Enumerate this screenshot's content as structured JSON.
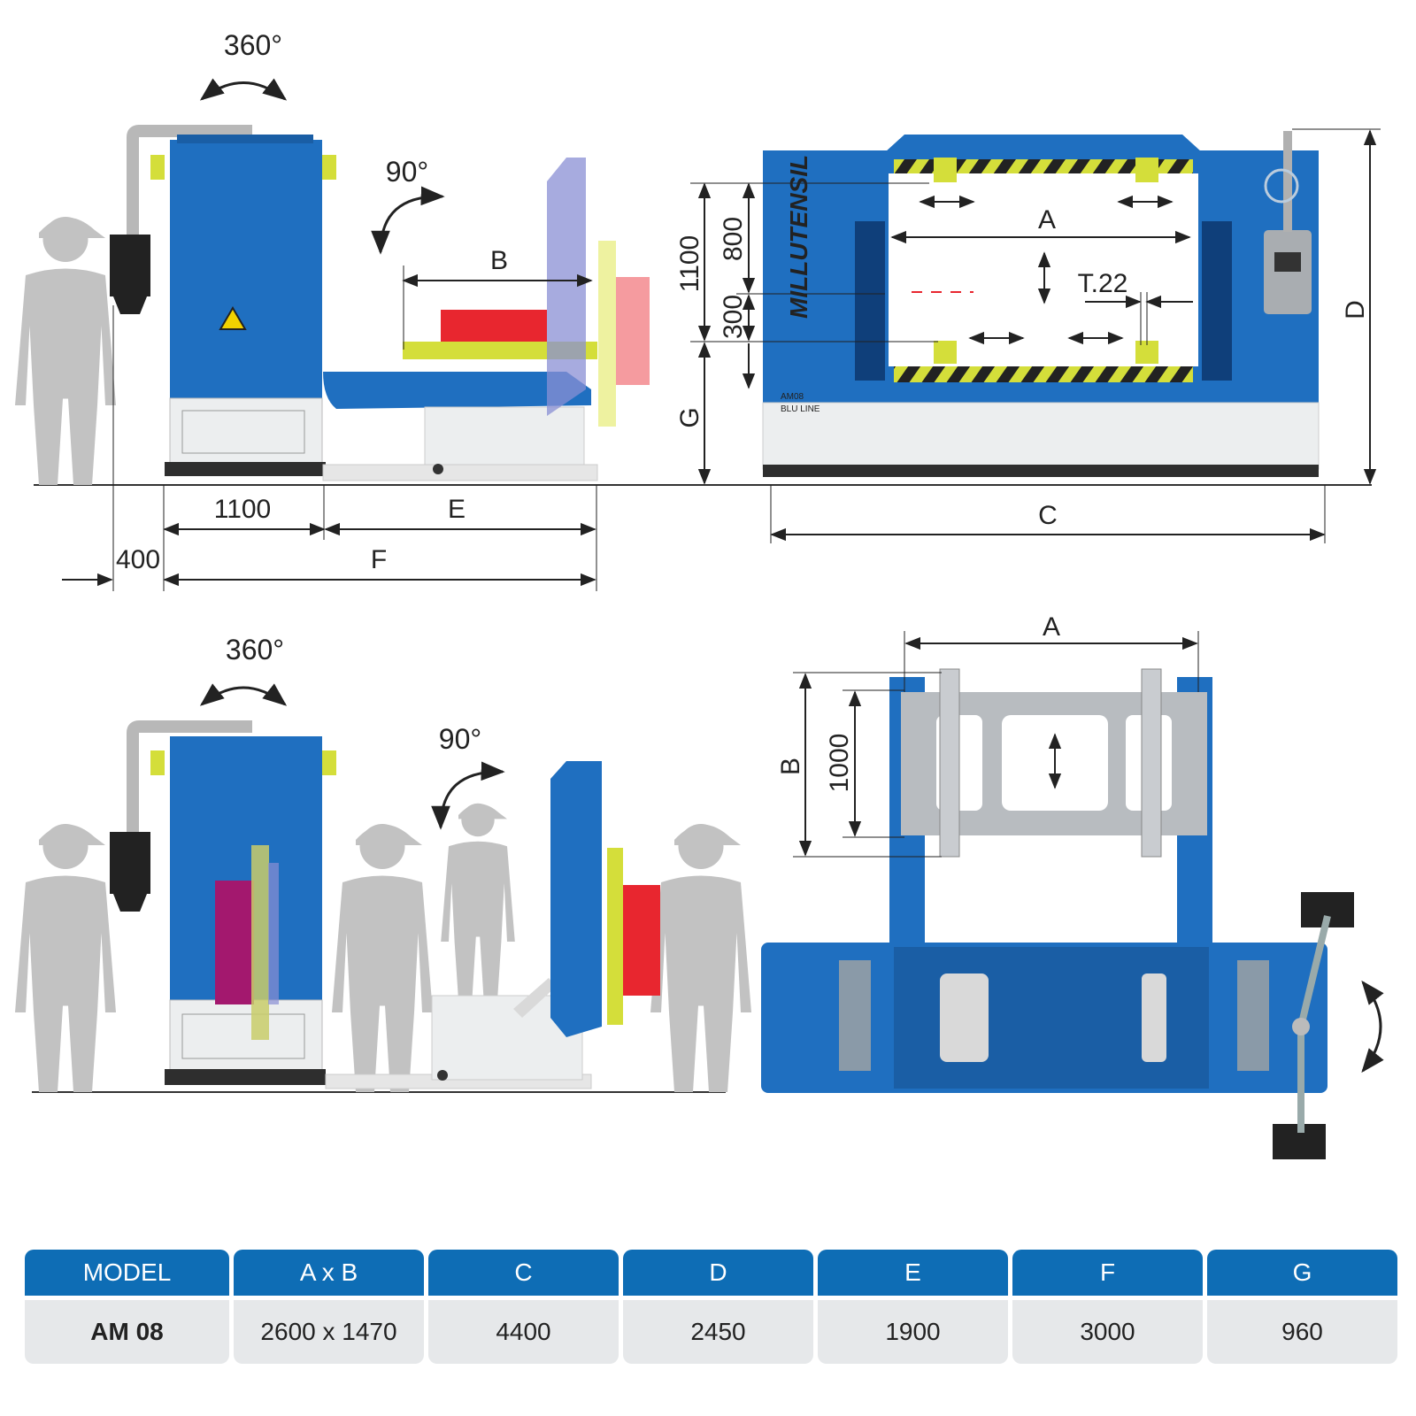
{
  "colors": {
    "machine_blue": "#1f6fc0",
    "machine_white": "#eceeef",
    "yellow": "#d4de3a",
    "red": "#e8262f",
    "magenta": "#a3186e",
    "human_gray": "#c2c2c2",
    "header_blue": "#0e6db5"
  },
  "labels": {
    "rot_360_top": "360°",
    "rot_90_top": "90°",
    "rot_360_bottom": "360°",
    "rot_90_bottom": "90°",
    "dim_B_side": "B",
    "dim_1100_base": "1100",
    "dim_E": "E",
    "dim_400": "400",
    "dim_F": "F",
    "dim_1100_v": "1100",
    "dim_800_v": "800",
    "dim_300_v": "300",
    "dim_G": "G",
    "dim_A_front": "A",
    "dim_T22": "T.22",
    "dim_D": "D",
    "dim_C": "C",
    "dim_A_plan": "A",
    "dim_B_plan": "B",
    "dim_1000_plan": "1000",
    "brand": "MILLUTENSIL",
    "badge_model": "AM08",
    "badge_line": "BLU LINE"
  },
  "icons": {
    "rotation": "curved-double-arrow-icon",
    "warning": "electrical-hazard-icon",
    "human": "worker-silhouette-icon"
  },
  "table": {
    "headers": [
      "MODEL",
      "A x B",
      "C",
      "D",
      "E",
      "F",
      "G"
    ],
    "row": [
      "AM 08",
      "2600 x 1470",
      "4400",
      "2450",
      "1900",
      "3000",
      "960"
    ]
  }
}
